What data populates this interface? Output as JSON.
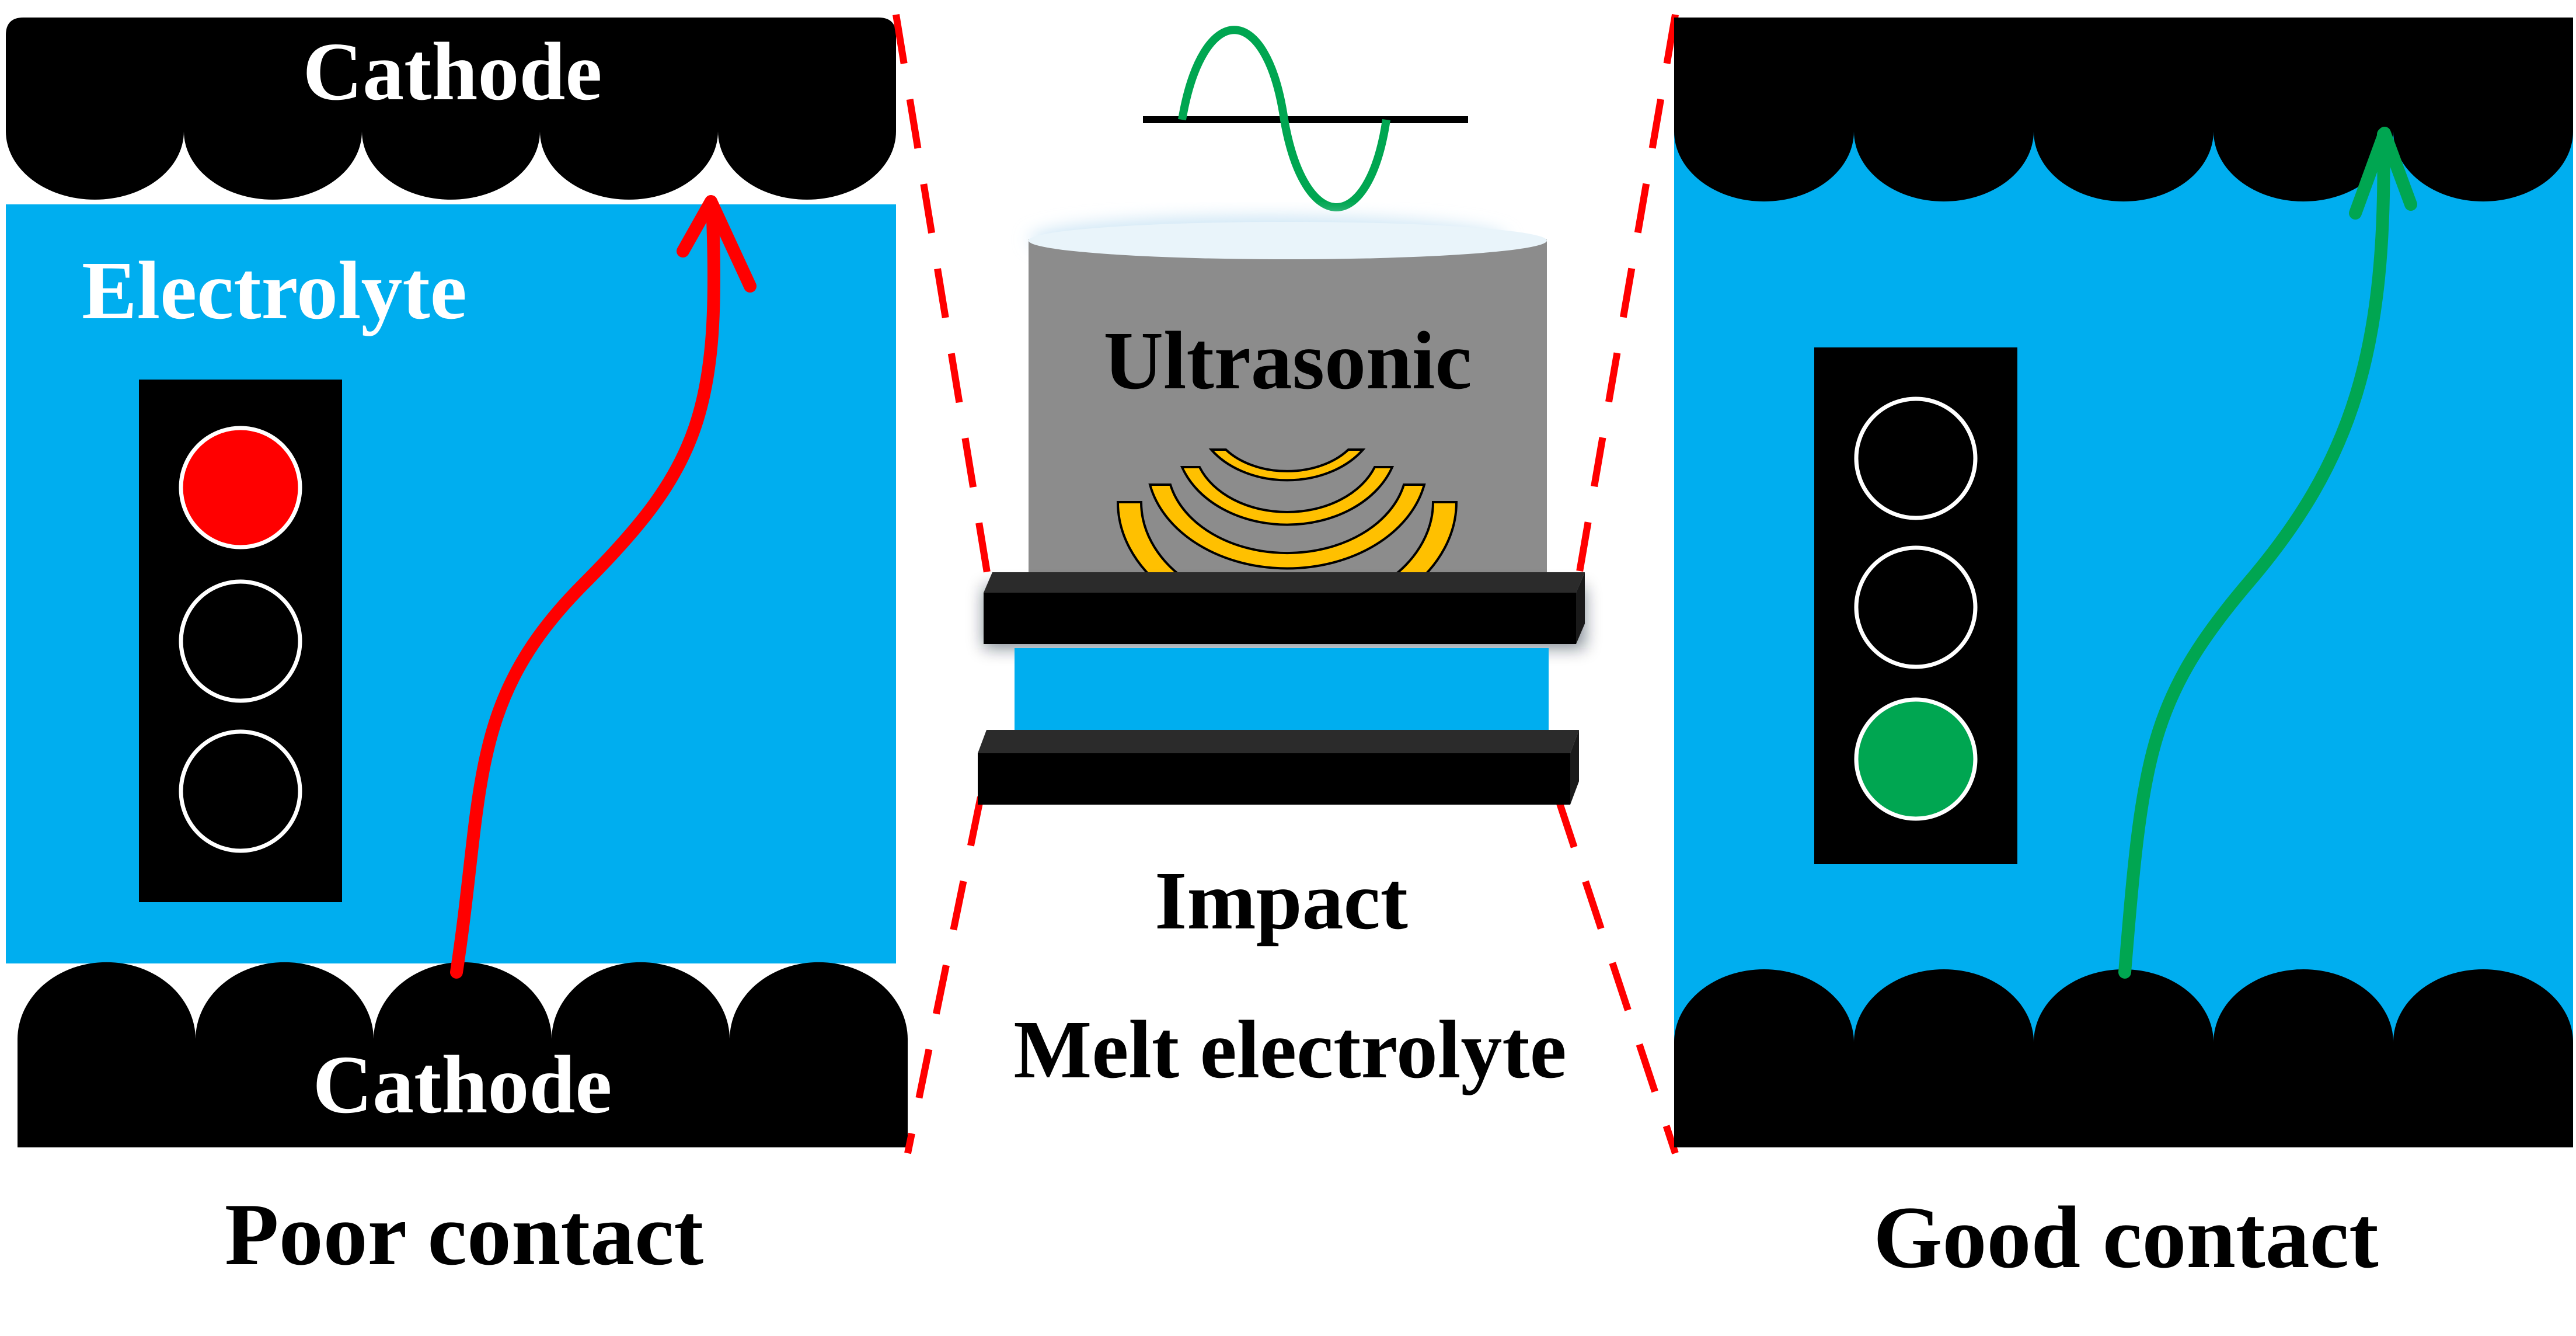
{
  "left_panel": {
    "top_electrode_label": "Cathode",
    "bottom_electrode_label": "Cathode",
    "electrolyte_label": "Electrolyte",
    "caption": "Poor contact",
    "active_light": "red"
  },
  "center_panel": {
    "device_label": "Ultrasonic",
    "caption_line1": "Impact",
    "caption_line2": "Melt electrolyte"
  },
  "right_panel": {
    "caption": "Good contact",
    "active_light": "green"
  },
  "colors": {
    "electrolyte": "#00AEEF",
    "electrode": "#000000",
    "poor_path": "#FF0000",
    "good_path": "#00A651",
    "wave": "#FFC000",
    "sine": "#00A651",
    "cylinder": "#8C8C8C",
    "zoom_lines": "#FF0000"
  }
}
